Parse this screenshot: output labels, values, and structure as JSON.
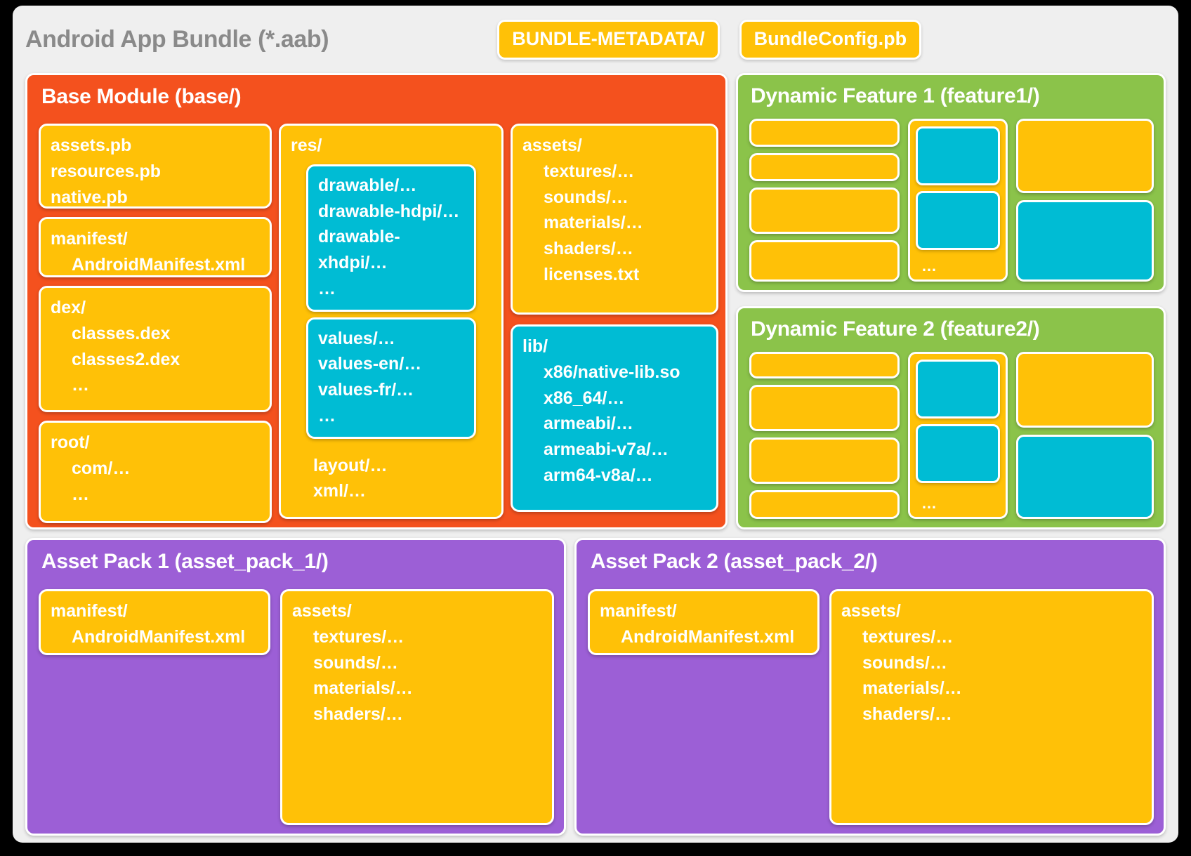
{
  "header": {
    "title": "Android App Bundle (*.aab)",
    "chips": [
      "BUNDLE-METADATA/",
      "BundleConfig.pb"
    ]
  },
  "colors": {
    "page_background": "#000000",
    "canvas": "#efefef",
    "base_module": "#F4511E",
    "card_amber": "#FFC107",
    "card_cyan": "#00BCD4",
    "feature_green": "#8BC34A",
    "asset_pack_purple": "#9C5FD6",
    "title_grey": "#8a8a8a",
    "card_text": "#ffffff"
  },
  "base_module": {
    "title": "Base Module (base/)",
    "col1": {
      "protos": [
        "assets.pb",
        "resources.pb",
        "native.pb"
      ],
      "manifest": {
        "root": "manifest/",
        "children": [
          "AndroidManifest.xml"
        ]
      },
      "dex": {
        "root": "dex/",
        "children": [
          "classes.dex",
          "classes2.dex",
          "…"
        ]
      },
      "root": {
        "root": "root/",
        "children": [
          "com/…",
          "…"
        ]
      }
    },
    "col2": {
      "res_label": "res/",
      "drawables": [
        "drawable/…",
        "drawable-hdpi/…",
        "drawable-xhdpi/…",
        "…"
      ],
      "values": [
        "values/…",
        "values-en/…",
        "values-fr/…",
        "…"
      ],
      "tail": [
        "layout/…",
        "xml/…",
        "…"
      ]
    },
    "col3": {
      "assets": {
        "root": "assets/",
        "children": [
          "textures/…",
          "sounds/…",
          "materials/…",
          "shaders/…",
          "licenses.txt"
        ]
      },
      "lib": {
        "root": "lib/",
        "children": [
          "x86/native-lib.so",
          "x86_64/…",
          "armeabi/…",
          "armeabi-v7a/…",
          "arm64-v8a/…"
        ]
      }
    }
  },
  "dynamic_features": [
    {
      "title": "Dynamic Feature 1 (feature1/)",
      "stack_dots": "…"
    },
    {
      "title": "Dynamic Feature 2 (feature2/)",
      "stack_dots": "…"
    }
  ],
  "asset_packs": [
    {
      "title": "Asset Pack 1 (asset_pack_1/)",
      "manifest": {
        "root": "manifest/",
        "children": [
          "AndroidManifest.xml"
        ]
      },
      "assets": {
        "root": "assets/",
        "children": [
          "textures/…",
          "sounds/…",
          "materials/…",
          "shaders/…"
        ]
      }
    },
    {
      "title": "Asset Pack 2 (asset_pack_2/)",
      "manifest": {
        "root": "manifest/",
        "children": [
          "AndroidManifest.xml"
        ]
      },
      "assets": {
        "root": "assets/",
        "children": [
          "textures/…",
          "sounds/…",
          "materials/…",
          "shaders/…"
        ]
      }
    }
  ]
}
